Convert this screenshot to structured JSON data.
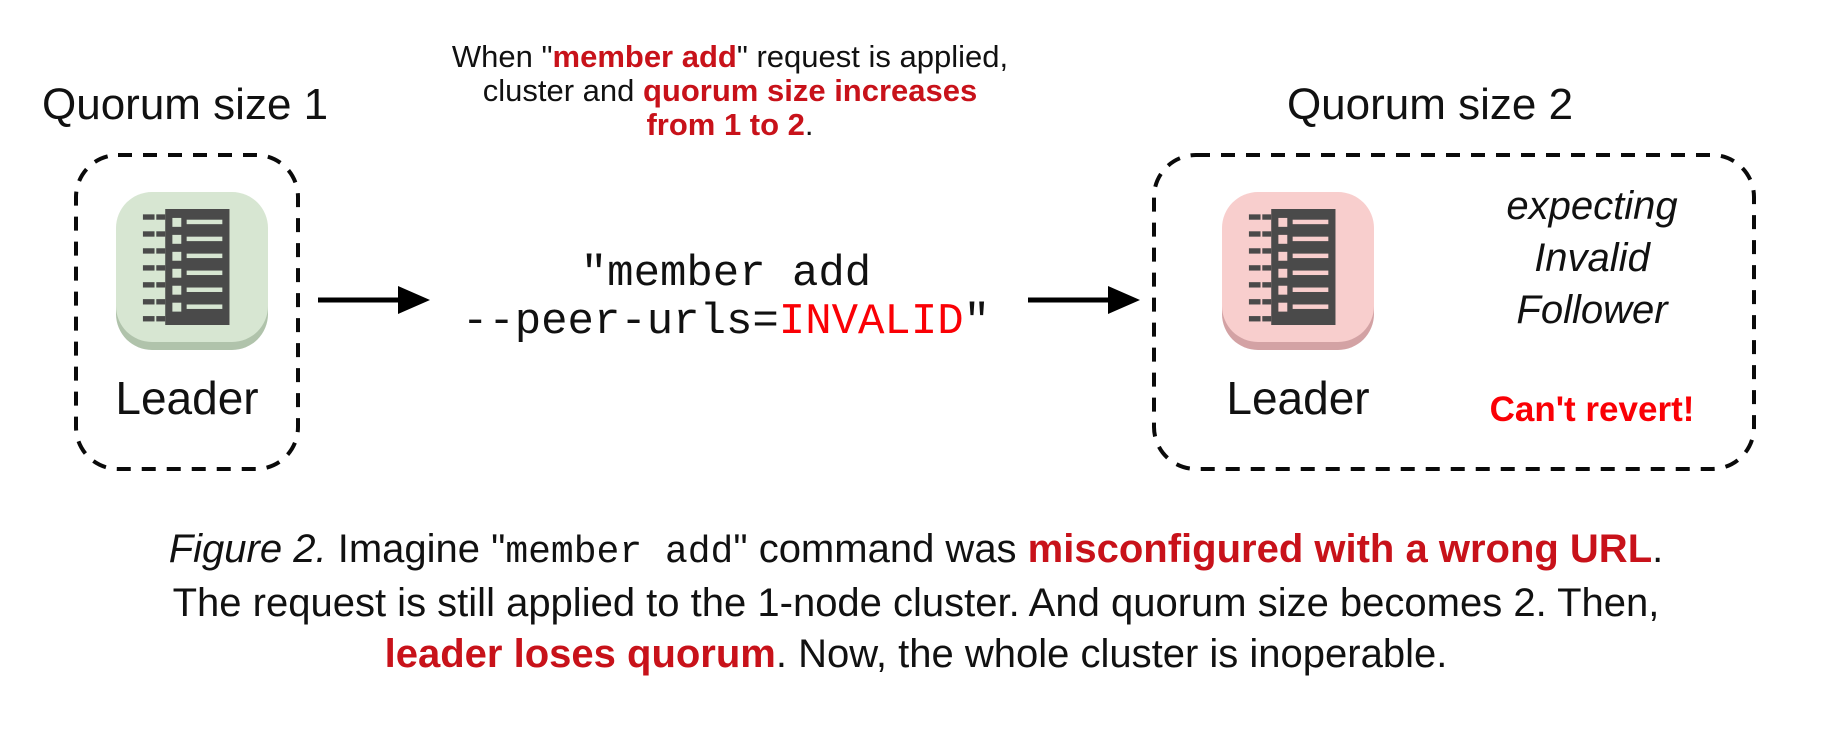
{
  "figure": {
    "colors": {
      "red_bold": "#c8121a",
      "red_bright": "#fa0005",
      "green_bg": "#d7e6d2",
      "green_rim": "#b0c3ab",
      "pink_bg": "#f8cecd",
      "pink_rim": "#d3a2a4",
      "glyph": "#4a4a4a"
    },
    "left": {
      "title": "Quorum size 1",
      "node_label": "Leader",
      "icon": "leader-node-icon-green"
    },
    "right": {
      "title": "Quorum size 2",
      "node_label": "Leader",
      "icon": "leader-node-icon-pink",
      "expecting_lines": [
        "expecting",
        "Invalid",
        "Follower"
      ],
      "warning": "Can't revert!"
    },
    "top_note_lines": [
      [
        {
          "text": "When \"",
          "style": "plain"
        },
        {
          "text": "member add",
          "style": "redbold"
        },
        {
          "text": "\" request is applied,",
          "style": "plain"
        }
      ],
      [
        {
          "text": "cluster and ",
          "style": "plain"
        },
        {
          "text": "quorum size increases",
          "style": "redbold"
        }
      ],
      [
        {
          "text": "from 1 to 2",
          "style": "redbold"
        },
        {
          "text": ".",
          "style": "plain"
        }
      ]
    ],
    "command_lines": [
      [
        {
          "text": "\"member add",
          "style": "mono"
        }
      ],
      [
        {
          "text": "--peer-urls=",
          "style": "mono"
        },
        {
          "text": "INVALID",
          "style": "monored"
        },
        {
          "text": "\"",
          "style": "mono"
        }
      ]
    ],
    "caption_lines": [
      [
        {
          "text": "Figure 2.",
          "style": "italic"
        },
        {
          "text": " Imagine \"",
          "style": "plain"
        },
        {
          "text": "member add",
          "style": "mono"
        },
        {
          "text": "\" command was ",
          "style": "plain"
        },
        {
          "text": "misconfigured with a wrong URL",
          "style": "redbold"
        },
        {
          "text": ".",
          "style": "plain"
        }
      ],
      [
        {
          "text": "The request is still applied to the 1-node cluster. And quorum size becomes 2. Then,",
          "style": "plain"
        }
      ],
      [
        {
          "text": "leader loses quorum",
          "style": "redbold"
        },
        {
          "text": ". Now, the whole cluster is inoperable.",
          "style": "plain"
        }
      ]
    ]
  }
}
